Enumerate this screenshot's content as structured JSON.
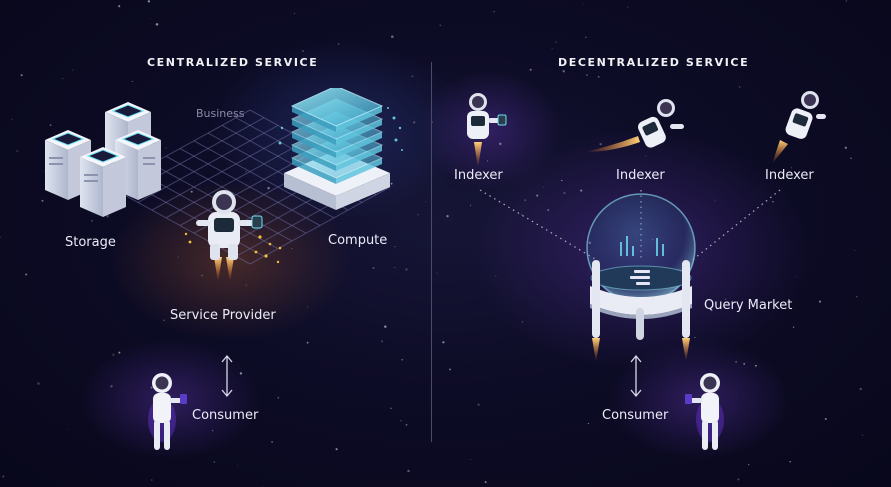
{
  "left": {
    "heading": "CENTRALIZED SERVICE",
    "business_label": "Business",
    "storage_label": "Storage",
    "compute_label": "Compute",
    "provider_label": "Service Provider",
    "consumer_label": "Consumer"
  },
  "right": {
    "heading": "DECENTRALIZED SERVICE",
    "indexer_labels": [
      "Indexer",
      "Indexer",
      "Indexer"
    ],
    "market_label": "Query Market",
    "consumer_label": "Consumer"
  },
  "colors": {
    "background": "#0d0c26",
    "accent_cyan": "#6fe0f4",
    "accent_purple": "#7a3cff",
    "accent_orange": "#f2a33a",
    "divider": "#4c4a66"
  }
}
